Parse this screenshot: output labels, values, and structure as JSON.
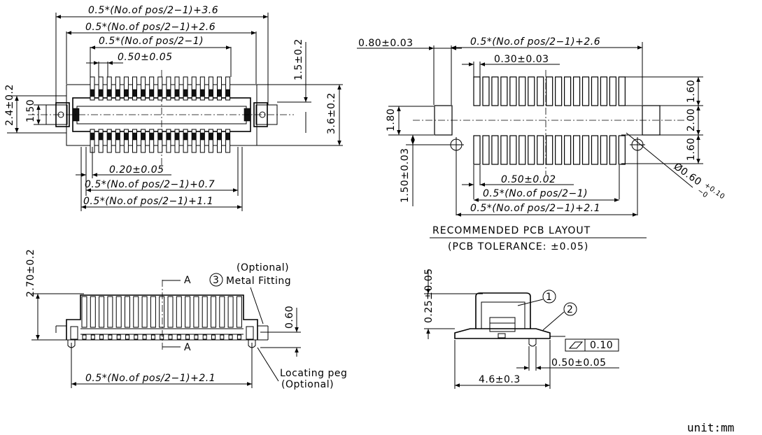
{
  "top_view": {
    "dim_overall": "0.5*(No.of pos/2−1)+3.6",
    "dim_housing": "0.5*(No.of pos/2−1)+2.6",
    "dim_pins": "0.5*(No.of pos/2−1)",
    "dim_pitch": "0.50±0.05",
    "dim_pin_width": "0.20±0.05",
    "dim_lead_row": "0.5*(No.of pos/2−1)+0.7",
    "dim_lead_span": "0.5*(No.of pos/2−1)+1.1",
    "dim_left_outer": "2.4±0.2",
    "dim_left_inner": "1.50",
    "dim_right_top": "1.5±0.2",
    "dim_right_height": "3.6±0.2"
  },
  "pcb_layout": {
    "dim_ref_pad": "0.80±0.03",
    "dim_pad_span": "0.5*(No.of pos/2−1)+2.6",
    "dim_pad_width": "0.30±0.03",
    "dim_row_spacing": "1.80",
    "dim_hole_offset": "1.50±0.03",
    "dim_pad_len_top": "1.60",
    "dim_gap": "2.00",
    "dim_pad_len_bottom": "1.60",
    "dim_hole_dia": "Ø0.60",
    "dim_hole_tol_plus": "+0.10",
    "dim_hole_tol_minus": "−0",
    "dim_pitch": "0.50±0.02",
    "dim_pads": "0.5*(No.of pos/2−1)",
    "dim_holes": "0.5*(No.of pos/2−1)+2.1",
    "title": "RECOMMENDED PCB LAYOUT",
    "tolerance": "(PCB TOLERANCE: ±0.05)"
  },
  "front_view": {
    "dim_height": "2.70±0.2",
    "dim_peg": "0.60",
    "section_top": "A",
    "section_bottom": "A",
    "optional_label": "(Optional)",
    "callout_number": "3",
    "metal_fitting": "Metal Fitting",
    "dim_peg_span": "0.5*(No.of pos/2−1)+2.1",
    "locating_peg": "Locating peg",
    "locating_optional": "(Optional)"
  },
  "side_view": {
    "dim_top": "0.25±0.05",
    "callout_1": "1",
    "callout_2": "2",
    "flatness": "0.10",
    "dim_peg_width": "0.50±0.05",
    "dim_depth": "4.6±0.3"
  },
  "unit_label": "unit:mm"
}
